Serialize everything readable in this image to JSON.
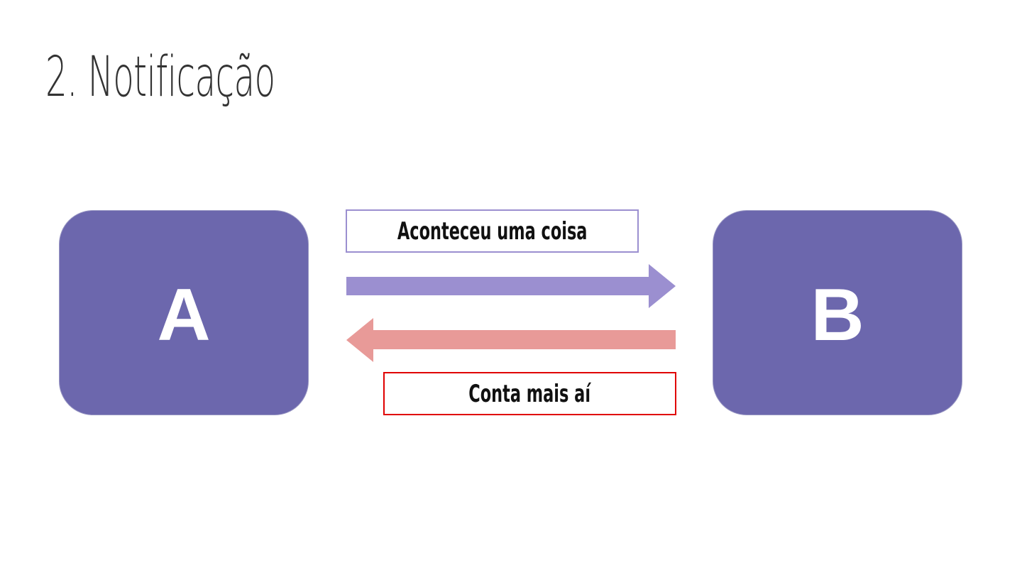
{
  "slide": {
    "title": "2. Notificação"
  },
  "nodes": {
    "a": {
      "label": "A"
    },
    "b": {
      "label": "B"
    }
  },
  "messages": {
    "notify": "Aconteceu uma coisa",
    "reply": "Conta mais aí"
  },
  "colors": {
    "node_fill": "#6c67ad",
    "node_border": "#9a98c4",
    "notify_arrow": "#9b8fd0",
    "notify_box_border": "#9b8fd0",
    "reply_arrow": "#e89a98",
    "reply_box_border": "#e00000",
    "title_text": "#333333"
  }
}
